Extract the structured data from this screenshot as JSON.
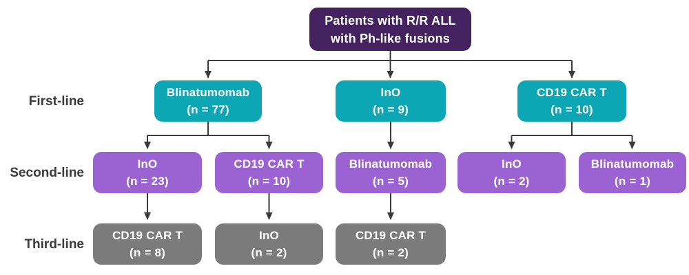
{
  "root": {
    "line1": "Patients with R/R ALL",
    "line2": "with Ph-like fusions"
  },
  "row_labels": [
    "First-line",
    "Second-line",
    "Third-line"
  ],
  "first_line": [
    {
      "name": "Blinatumomab",
      "n": "(n = 77)"
    },
    {
      "name": "InO",
      "n": "(n = 9)"
    },
    {
      "name": "CD19 CAR T",
      "n": "(n = 10)"
    }
  ],
  "second_line": [
    {
      "name": "InO",
      "n": "(n = 23)"
    },
    {
      "name": "CD19 CAR T",
      "n": "(n = 10)"
    },
    {
      "name": "Blinatumomab",
      "n": "(n = 5)"
    },
    {
      "name": "InO",
      "n": "(n = 2)"
    },
    {
      "name": "Blinatumomab",
      "n": "(n = 1)"
    }
  ],
  "third_line": [
    {
      "name": "CD19 CAR T",
      "n": "(n = 8)"
    },
    {
      "name": "InO",
      "n": "(n = 2)"
    },
    {
      "name": "CD19 CAR T",
      "n": "(n = 2)"
    }
  ],
  "colors": {
    "root": "#44215f",
    "first_line": "#0ca6b4",
    "second_line": "#9b62d2",
    "third_line": "#7b7b7b",
    "connector": "#3a3a3a",
    "row_label": "#3b3b3b"
  }
}
